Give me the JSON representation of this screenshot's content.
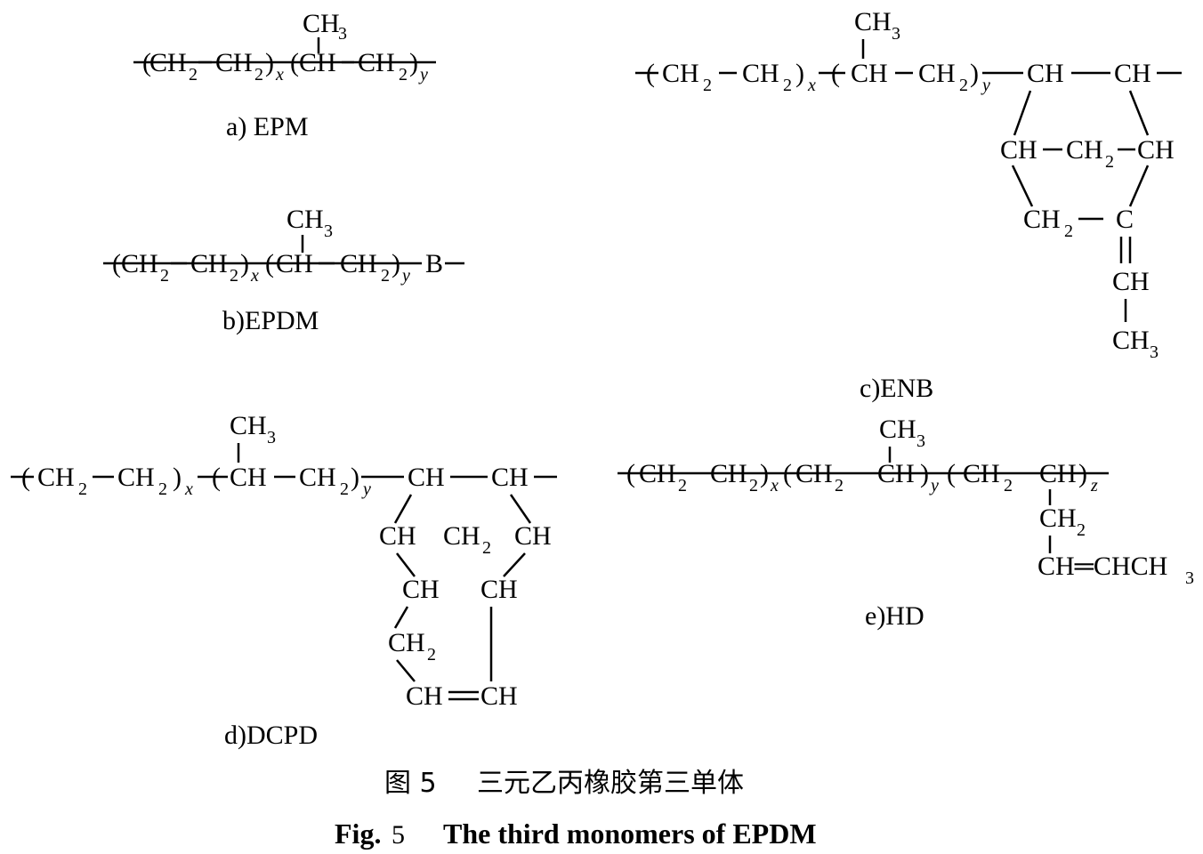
{
  "labels": {
    "epm": "a) EPM",
    "epdm": "b)EPDM",
    "enb": "c)ENB",
    "dcpd": "d)DCPD",
    "hd": "e)HD"
  },
  "atoms": {
    "ch3": "CH",
    "ch2": "CH",
    "ch": "CH",
    "c": "C",
    "b": "B",
    "sub2": "2",
    "sub3": "3",
    "x": "x",
    "y": "y",
    "z": "z",
    "chchch3": "CH═CHCH"
  },
  "caption": {
    "zh_number": "图 5",
    "zh_text": "三元乙丙橡胶第三单体",
    "en_prefix": "Fig.",
    "en_number": "5",
    "en_text": "The third monomers of EPDM"
  }
}
